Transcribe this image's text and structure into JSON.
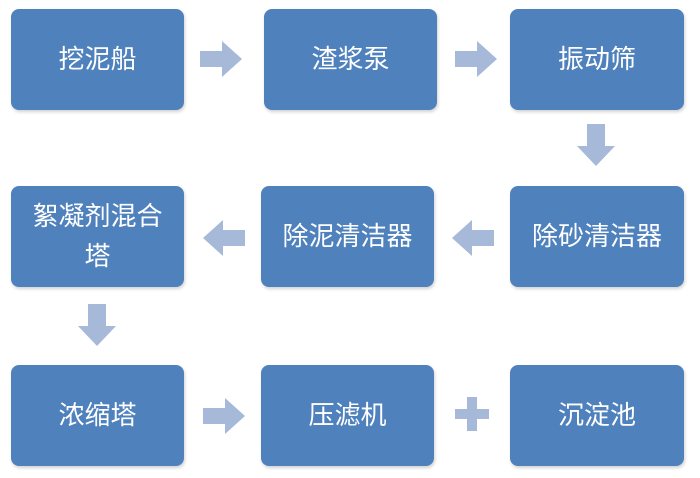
{
  "colors": {
    "box_fill": "#4f81bd",
    "box_text": "#ffffff",
    "connector": "#a7b9d8"
  },
  "nodes": {
    "dredger": "挖泥船",
    "slurry_pump": "渣浆泵",
    "vibrating_screen": "振动筛",
    "desander": "除砂清洁器",
    "desilter": "除泥清洁器",
    "flocculation_tower": "絮凝剂混合塔",
    "thickener": "浓缩塔",
    "filter_press": "压滤机",
    "sedimentation_tank": "沉淀池"
  },
  "connectors": {
    "dredger_to_pump": "right-arrow",
    "pump_to_screen": "right-arrow",
    "screen_to_desander": "down-arrow",
    "desander_to_desilter": "left-arrow",
    "desilter_to_flocculation": "left-arrow",
    "flocculation_to_thickener": "down-arrow",
    "thickener_to_filter_press": "right-arrow",
    "filter_press_plus_tank": "plus-icon"
  }
}
